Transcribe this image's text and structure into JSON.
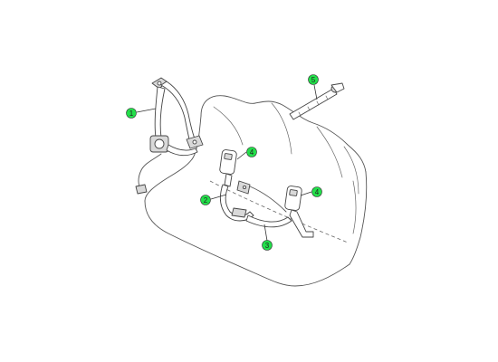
{
  "colors": {
    "callout_fill": "#22e04a",
    "line": "#555555",
    "background": "#ffffff"
  },
  "callouts": [
    {
      "id": "1",
      "label": "1"
    },
    {
      "id": "2",
      "label": "2"
    },
    {
      "id": "3",
      "label": "3"
    },
    {
      "id": "4a",
      "label": "4"
    },
    {
      "id": "4b",
      "label": "4"
    },
    {
      "id": "5",
      "label": "5"
    }
  ]
}
